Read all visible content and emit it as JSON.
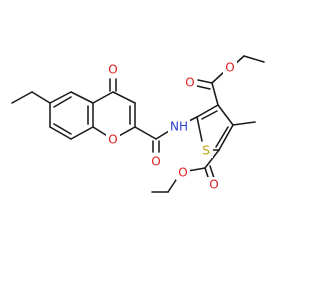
{
  "molecule": {
    "colors": {
      "bond": "#1a1a1a",
      "oxygen": "#e01f1f",
      "nitrogen": "#2a3fcf",
      "sulfur": "#b8a300",
      "background": "#ffffff"
    },
    "atoms": {
      "O_ketone": "O",
      "O_ring": "O",
      "O_amide": "O",
      "NH": "NH",
      "S": "S",
      "O_ester1_carbonyl": "O",
      "O_ester1_ether": "O",
      "O_ester2_carbonyl": "O",
      "O_ester2_ether": "O"
    }
  }
}
